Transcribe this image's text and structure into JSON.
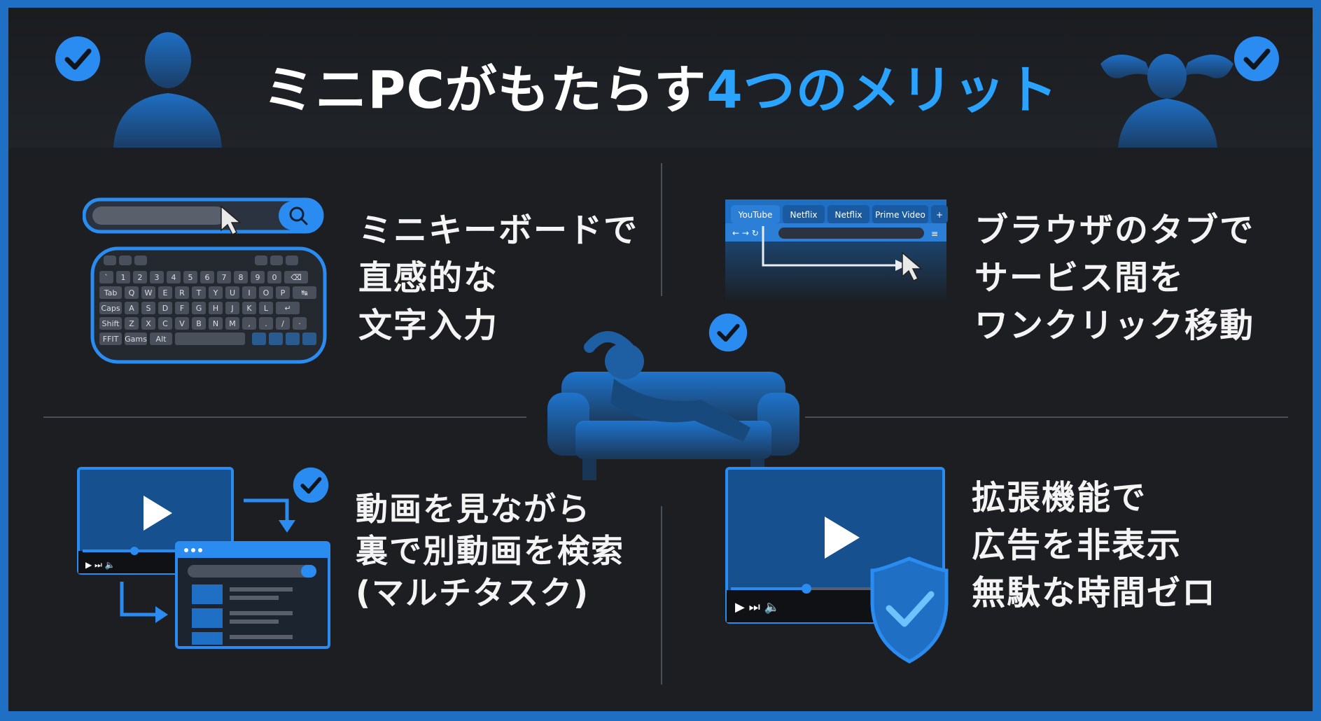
{
  "title": {
    "main": "ミニPCがもたらす",
    "highlight": "4つのメリット"
  },
  "benefits": [
    {
      "lines": [
        "ミニキーボードで",
        "直感的な",
        "文字入力"
      ]
    },
    {
      "lines": [
        "ブラウザのタブで",
        "サービス間を",
        "ワンクリック移動"
      ]
    },
    {
      "lines": [
        "動画を見ながら",
        "裏で別動画を検索",
        "(マルチタスク)"
      ]
    },
    {
      "lines": [
        "拡張機能で",
        "広告を非表示",
        "無駄な時間ゼロ"
      ]
    }
  ],
  "browser_tabs": [
    "YouTube",
    "Netflix",
    "Netflix",
    "Prime Video",
    "+"
  ],
  "keyboard": {
    "rows": [
      [
        "`",
        "1",
        "2",
        "3",
        "4",
        "5",
        "6",
        "7",
        "8",
        "9",
        "0",
        "⌫"
      ],
      [
        "Tab",
        "Q",
        "W",
        "E",
        "R",
        "T",
        "Y",
        "U",
        "I",
        "O",
        "P",
        "↹"
      ],
      [
        "Caps",
        "A",
        "S",
        "D",
        "F",
        "G",
        "H",
        "J",
        "K",
        "L",
        "↵"
      ],
      [
        "Shift",
        "Z",
        "X",
        "C",
        "V",
        "B",
        "N",
        "M",
        ",",
        ".",
        "/",
        "·"
      ],
      [
        "FFIT",
        "Gams",
        "Alt"
      ]
    ]
  },
  "colors": {
    "accent": "#2aa3ff",
    "blue": "#1f6fc4",
    "background": "#1c1e22"
  },
  "icons": [
    "check-icon",
    "search-icon",
    "cursor-icon",
    "play-icon",
    "shield-check-icon",
    "sofa-person-icon",
    "person-silhouette-icon"
  ]
}
